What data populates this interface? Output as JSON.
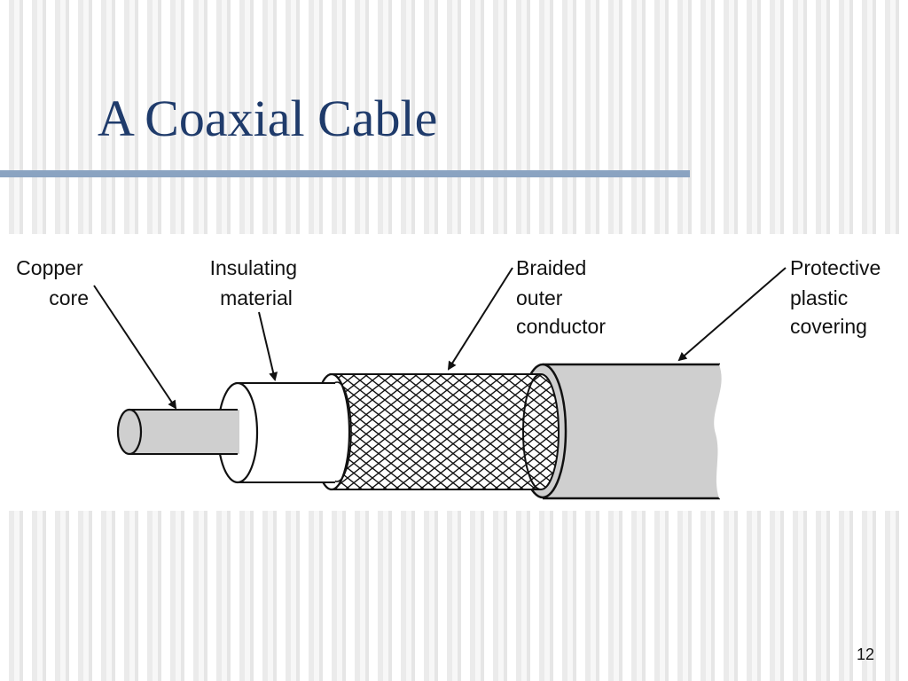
{
  "slide": {
    "title": "A Coaxial Cable",
    "page_number": "12"
  },
  "diagram": {
    "labels": {
      "copper_core": [
        "Copper",
        "core"
      ],
      "insulating_material": [
        "Insulating",
        "material"
      ],
      "braided_outer_conductor": [
        "Braided",
        "outer",
        "conductor"
      ],
      "protective_plastic_covering": [
        "Protective",
        "plastic",
        "covering"
      ]
    },
    "colors": {
      "title": "#1f3b6b",
      "title_rule": "#8aa3c1",
      "cable_gray": "#cfcfcf",
      "insulation_white": "#ffffff",
      "outline": "#111111"
    }
  }
}
